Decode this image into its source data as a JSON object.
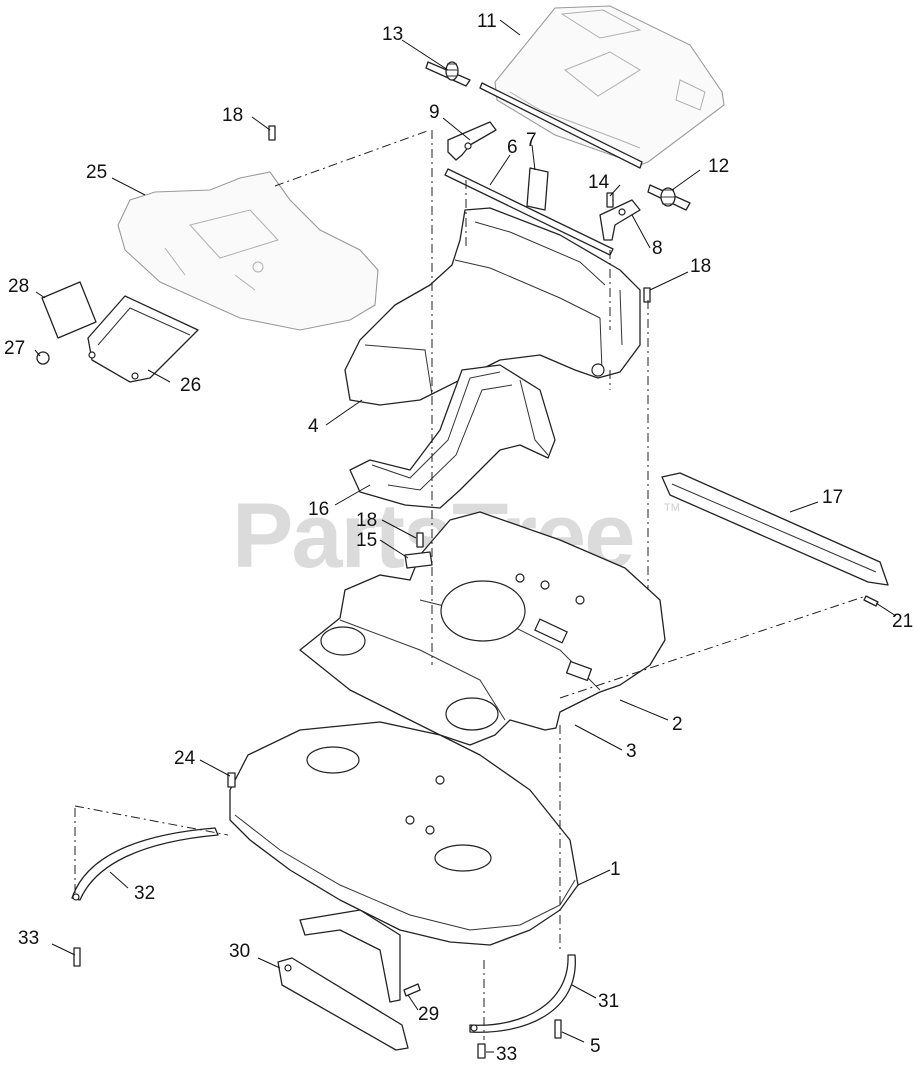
{
  "watermark": {
    "text": "PartsTree",
    "mark": "TM"
  },
  "callouts": {
    "c1": "1",
    "c2": "2",
    "c3": "3",
    "c4": "4",
    "c5": "5",
    "c6": "6",
    "c7": "7",
    "c8": "8",
    "c9": "9",
    "c11": "11",
    "c12": "12",
    "c13": "13",
    "c14": "14",
    "c15": "15",
    "c16": "16",
    "c17": "17",
    "c18a": "18",
    "c18b": "18",
    "c18c": "18",
    "c21": "21",
    "c24": "24",
    "c25": "25",
    "c26": "26",
    "c27": "27",
    "c28": "28",
    "c29": "29",
    "c30": "30",
    "c31": "31",
    "c32": "32",
    "c33a": "33",
    "c33b": "33"
  }
}
